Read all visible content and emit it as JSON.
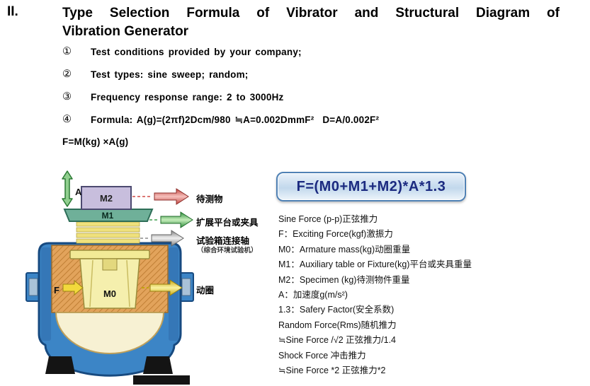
{
  "heading": {
    "number": "II.",
    "title_line1": "Type Selection Formula of Vibrator and Structural Diagram of",
    "title_line2": "Vibration Generator"
  },
  "list_items": [
    {
      "bullet": "①",
      "text": "Test conditions provided by your company;"
    },
    {
      "bullet": "②",
      "text": "Test types: sine sweep; random;"
    },
    {
      "bullet": "③",
      "text": "Frequency response range: 2 to 3000Hz"
    },
    {
      "bullet": "④",
      "text": "Formula: A(g)=(2πf)2Dcm/980 ≒A=0.002DmmF²  D=A/0.002F²"
    }
  ],
  "formula_line": "F=M(kg) ×A(g)",
  "diagram": {
    "part_labels": {
      "m0": "M0",
      "m1": "M1",
      "m2": "M2",
      "accel": "A",
      "force": "F"
    },
    "callouts": [
      {
        "label": "待测物"
      },
      {
        "label": "扩展平台或夹具"
      },
      {
        "label": "试验箱连接轴",
        "sublabel": "（综合环境试验机）"
      },
      {
        "label": "动圈"
      }
    ]
  },
  "formula_box": {
    "text": "F=(M0+M1+M2)*A*1.3"
  },
  "legend": {
    "lines": [
      "Sine Force (p-p)正弦推力",
      "F：Exciting Force(kgf)激振力",
      "M0：Armature mass(kg)动圈重量",
      "M1：Auxiliary table or Fixture(kg)平台或夹具重量",
      "M2：Specimen (kg)待测物件重量",
      "A：加速度g(m/s²)",
      "1.3：Safery Factor(安全系数)",
      "Random Force(Rms)随机推力",
      "≒Sine Force /√2 正弦推力/1.4",
      "Shock Force 冲击推力",
      "≒Sine Force *2 正弦推力*2"
    ]
  },
  "colors": {
    "formula_box_border": "#4f81b5",
    "formula_box_text": "#1b2a80",
    "body_blue": "#3c85c6",
    "armature_yellow": "#f5efad",
    "platform_green": "#6fb099",
    "specimen_purple": "#c8bedd",
    "callout_red": "#c24540",
    "callout_green": "#2f8f3c",
    "callout_gray": "#808080",
    "callout_yellow": "#c7a50c"
  }
}
